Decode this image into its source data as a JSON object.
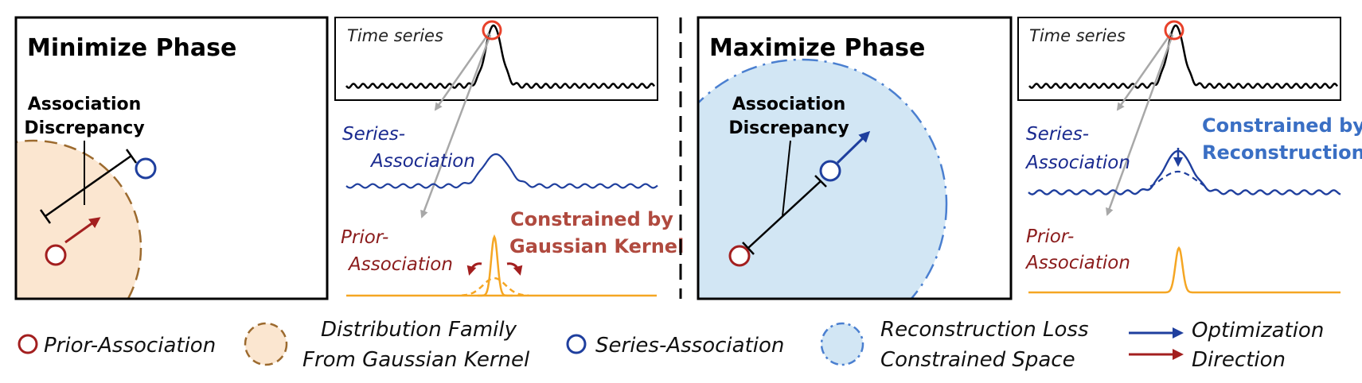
{
  "colors": {
    "prior_red": "#a31f1f",
    "series_blue": "#1f3f9e",
    "orange": "#f5a623",
    "gaussian_fill": "#fbe6d0",
    "gaussian_stroke": "#9c6a2e",
    "recon_fill": "#d2e6f4",
    "recon_stroke": "#4a7fd0",
    "gray_arrow": "#a8a8a8",
    "constraint_red": "#b04a3f",
    "constraint_blue": "#3a6fc4"
  },
  "minimize": {
    "title": "Minimize Phase",
    "association_line1": "Association",
    "association_line2": "Discrepancy",
    "time_series": "Time series",
    "series_assoc_line1": "Series-",
    "series_assoc_line2": "Association",
    "prior_assoc_line1": "Prior-",
    "prior_assoc_line2": "Association",
    "constraint_line1": "Constrained by",
    "constraint_line2": "Gaussian Kernel"
  },
  "maximize": {
    "title": "Maximize Phase",
    "association_line1": "Association",
    "association_line2": "Discrepancy",
    "time_series": "Time series",
    "series_assoc_line1": "Series-",
    "series_assoc_line2": "Association",
    "prior_assoc_line1": "Prior-",
    "prior_assoc_line2": "Association",
    "constraint_line1": "Constrained by",
    "constraint_line2": "Reconstruction"
  },
  "legend": {
    "prior_association": "Prior-Association",
    "distribution_line1": "Distribution Family",
    "distribution_line2": "From Gaussian Kernel",
    "series_association": "Series-Association",
    "recon_line1": "Reconstruction Loss",
    "recon_line2": "Constrained Space",
    "optimization_line1": "Optimization",
    "optimization_line2": "Direction"
  }
}
